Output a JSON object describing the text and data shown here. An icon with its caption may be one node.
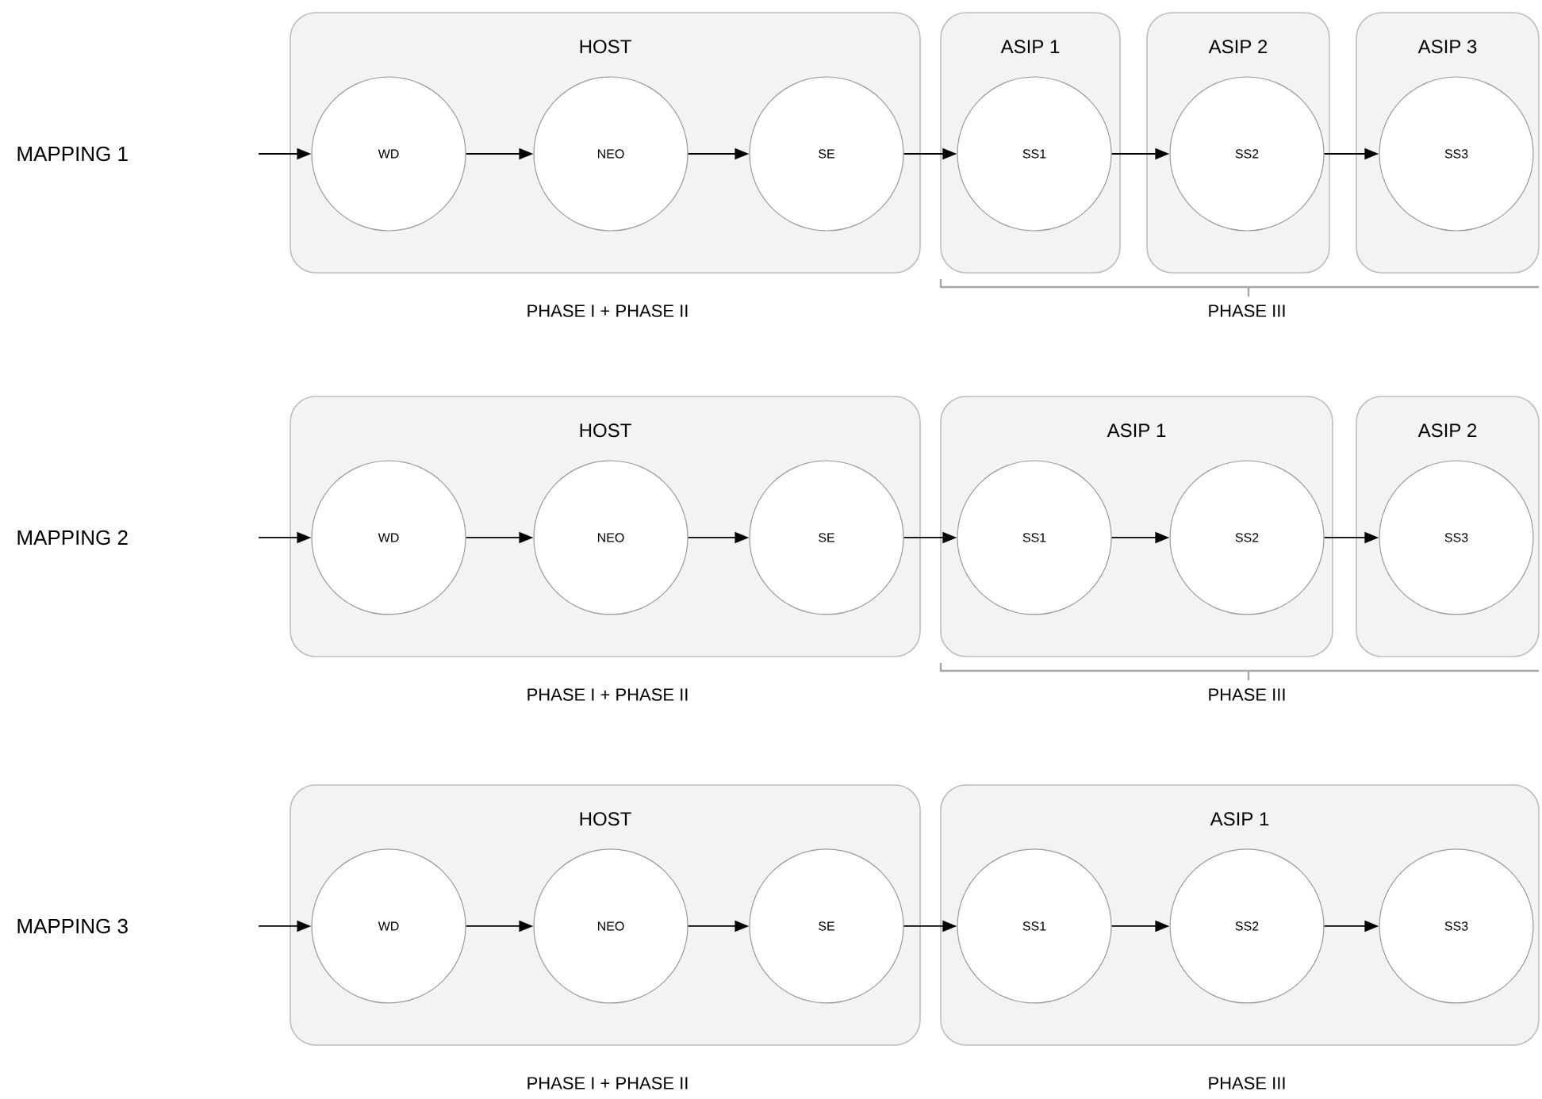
{
  "diagram": {
    "nodes": [
      {
        "text": [
          "HOST"
        ]
      },
      {
        "text": [
          "WD"
        ],
        "in": 0
      },
      {
        "text": [
          "NEO"
        ],
        "in": 0
      },
      {
        "text": [
          "SE"
        ],
        "in": 0
      },
      {
        "text": [
          "ASIP 1"
        ]
      },
      {
        "text": [
          "SS1"
        ],
        "in": 4
      },
      {
        "text": [
          "ASIP 2"
        ]
      },
      {
        "text": [
          "SS2"
        ],
        "in": 6
      },
      {
        "text": [
          "ASIP 3"
        ]
      },
      {
        "text": [
          "SS3"
        ],
        "in": 8
      },
      {
        "text": [
          "HOST"
        ]
      },
      {
        "text": [
          "WD"
        ],
        "in": 10
      },
      {
        "text": [
          "NEO"
        ],
        "in": 10
      },
      {
        "text": [
          "SE"
        ],
        "in": 10
      },
      {
        "text": [
          "ASIP 1"
        ]
      },
      {
        "text": [
          "SS1"
        ],
        "in": 14
      },
      {
        "text": [
          "SS2"
        ],
        "in": 14
      },
      {
        "text": [
          "ASIP 2"
        ]
      },
      {
        "text": [
          "SS3"
        ],
        "in": 17
      },
      {
        "text": [
          "HOST"
        ]
      },
      {
        "text": [
          "WD"
        ],
        "in": 19
      },
      {
        "text": [
          "NEO"
        ],
        "in": 19
      },
      {
        "text": [
          "SE"
        ],
        "in": 19
      },
      {
        "text": [
          "ASIP 1"
        ]
      },
      {
        "text": [
          "SS1"
        ],
        "in": 23
      },
      {
        "text": [
          "SS2"
        ],
        "in": 23
      },
      {
        "text": [
          "SS3"
        ],
        "in": 23
      }
    ],
    "edges": [
      {
        "from": null,
        "to": 1,
        "arrow": "to"
      },
      {
        "from": 1,
        "to": 2,
        "arrow": "to"
      },
      {
        "from": 2,
        "to": 3,
        "arrow": "to"
      },
      {
        "from": 3,
        "to": 5,
        "arrow": "to"
      },
      {
        "from": 5,
        "to": 7,
        "arrow": "to"
      },
      {
        "from": 7,
        "to": 9,
        "arrow": "to"
      },
      {
        "from": null,
        "to": 11,
        "arrow": "to"
      },
      {
        "from": 11,
        "to": 12,
        "arrow": "to"
      },
      {
        "from": 12,
        "to": 13,
        "arrow": "to"
      },
      {
        "from": 13,
        "to": 15,
        "arrow": "to"
      },
      {
        "from": 15,
        "to": 16,
        "arrow": "to"
      },
      {
        "from": 16,
        "to": 18,
        "arrow": "to"
      },
      {
        "from": null,
        "to": 20,
        "arrow": "to"
      },
      {
        "from": 20,
        "to": 21,
        "arrow": "to"
      },
      {
        "from": 21,
        "to": 22,
        "arrow": "to"
      },
      {
        "from": 22,
        "to": 24,
        "arrow": "to"
      },
      {
        "from": 24,
        "to": 25,
        "arrow": "to"
      },
      {
        "from": 25,
        "to": 26,
        "arrow": "to"
      }
    ],
    "labels": [
      "MAPPING 1",
      "PHASE I + PHASE II",
      "PHASE III",
      "MAPPING 2",
      "PHASE I + PHASE II",
      "PHASE III",
      "MAPPING 3",
      "PHASE I + PHASE II",
      "PHASE III"
    ]
  }
}
